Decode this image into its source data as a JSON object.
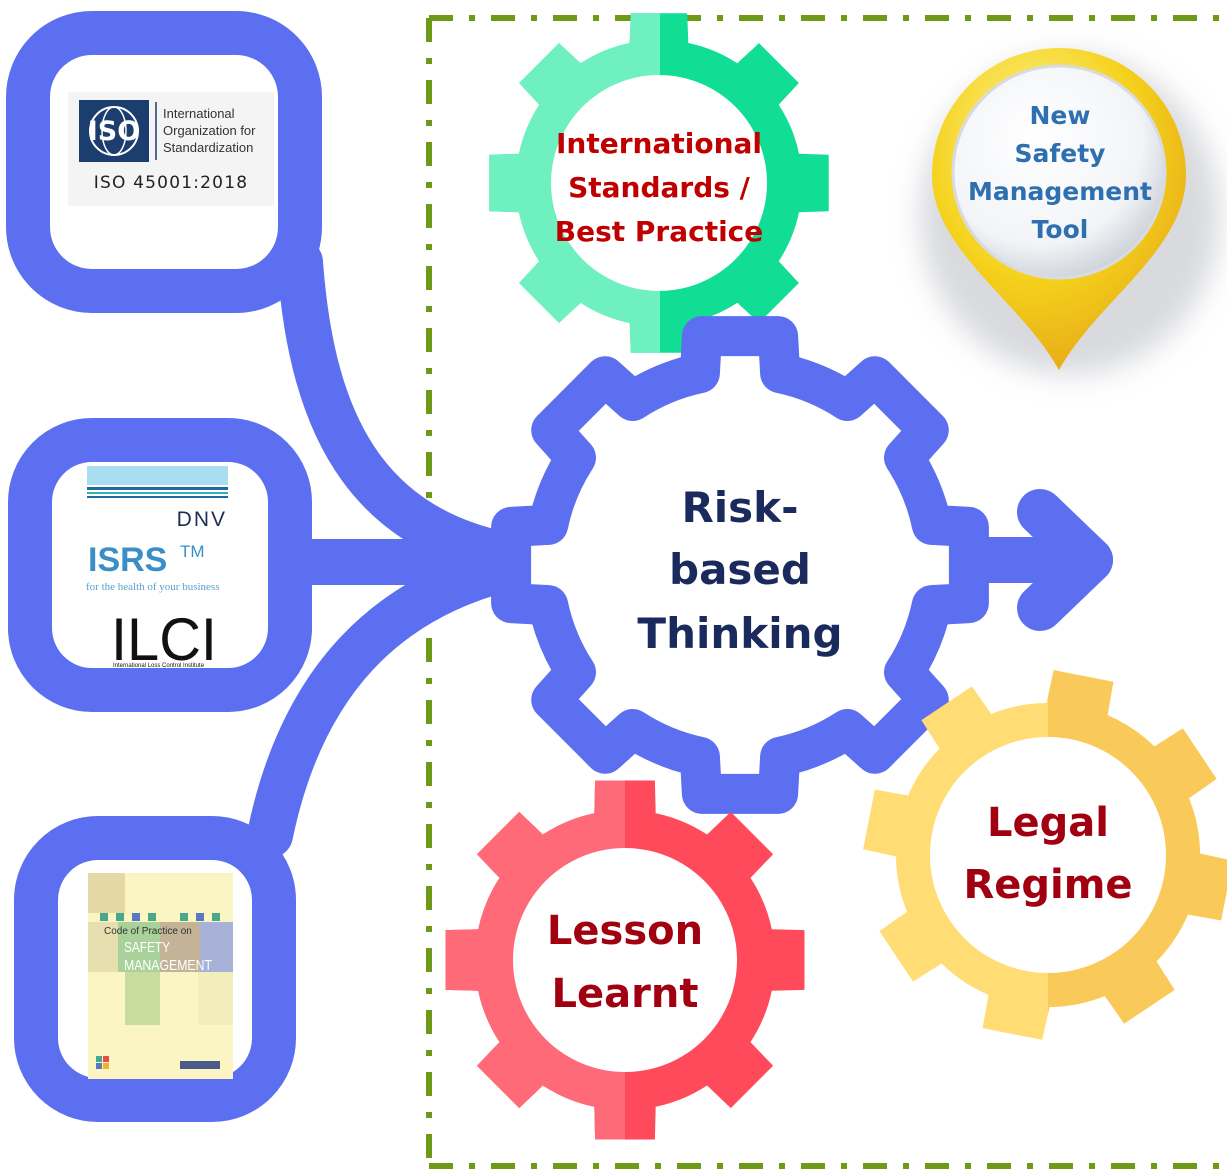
{
  "colors": {
    "connector_blue": "#5b6ff0",
    "dashed_frame": "#6e9a17",
    "gear_green_light": "#6ff0c1",
    "gear_green_dark": "#12dd94",
    "gear_red_light": "#ff6a78",
    "gear_red_dark": "#ff4a5c",
    "gear_yellow_light": "#ffdc74",
    "gear_yellow_dark": "#f9c95a",
    "label_red": "#c00000",
    "label_navy": "#1a2a5c",
    "label_blue": "#2e6fb0",
    "pin_yellow": "#f5d21d",
    "iso_blue": "#1b3e6f"
  },
  "sources": {
    "iso": {
      "logo_text": "ISO",
      "org_line1": "International",
      "org_line2": "Organization for",
      "org_line3": "Standardization",
      "standard": "ISO 45001:2018"
    },
    "dnv": {
      "name": "DNV",
      "isrs": "ISRS",
      "isrs_tm": "TM",
      "tagline": "for the health of your business",
      "ilci": "ILCI",
      "ilci_full": "International Loss Control Institute"
    },
    "code": {
      "line1": "Code of Practice on",
      "line2": "SAFETY",
      "line3": "MANAGEMENT"
    }
  },
  "gears": {
    "standards": {
      "line1": "International",
      "line2": "Standards /",
      "line3": "Best Practice"
    },
    "center": {
      "line1": "Risk-",
      "line2": "based",
      "line3": "Thinking"
    },
    "lesson": {
      "line1": "Lesson",
      "line2": "Learnt"
    },
    "legal": {
      "line1": "Legal",
      "line2": "Regime"
    }
  },
  "pin": {
    "line1": "New",
    "line2": "Safety",
    "line3": "Management",
    "line4": "Tool"
  }
}
